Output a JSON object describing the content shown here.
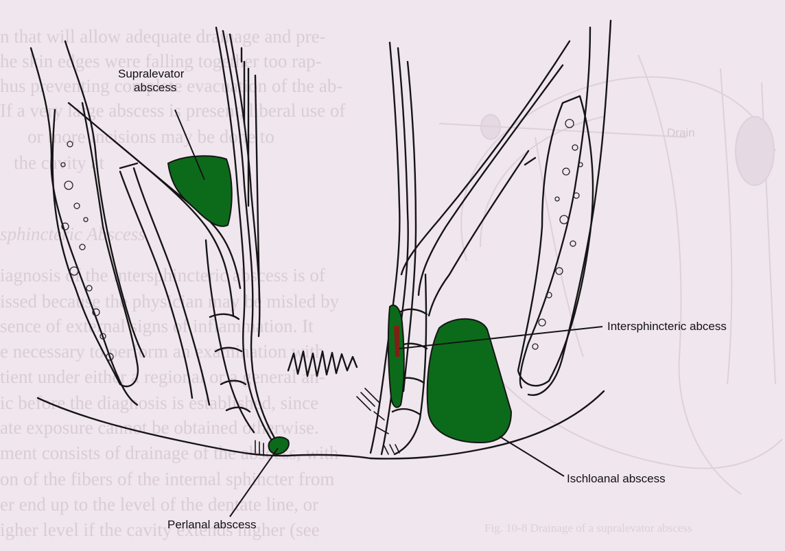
{
  "labels": {
    "supralevator": [
      "Supralevator",
      "abscess"
    ],
    "intersphincteric": "Intersphincteric abcess",
    "ischioanal": "Ischloanal abscess",
    "perianal": "Perlanal abscess"
  },
  "background_text": {
    "lines": [
      "n that will allow adequate drainage and pre-",
      "he skin edges were falling together too rap-",
      "hus preventing complete evacuation of the ab-",
      "If a very large abscess is present, liberal use of",
      "or more incisions may be done to",
      "the cavity at",
      "",
      "sphincteric Abscess",
      "",
      "iagnosis of the intersphincteric abscess is of",
      "issed because the physician may be misled by",
      "sence of external signs of inflammation. It",
      "e necessary to perform an examination with",
      "tient under either a regional or a general an-",
      "ic before the diagnosis is established, since",
      "ate exposure cannot be obtained otherwise.",
      "ment consists of drainage of the abscess, with",
      "on of the fibers of the internal sphincter from",
      "er end up to the level of the dentate line, or",
      "igher level if the cavity extends higher (see"
    ],
    "fig_caption": "Fig. 10-8  Drainage of a supralevator abscess",
    "drain_label": "Drain"
  },
  "colors": {
    "background": "#f0e6ee",
    "abscess_fill": "#0c6b1a",
    "ink": "#151515",
    "red_mark": "#8b1a14"
  }
}
